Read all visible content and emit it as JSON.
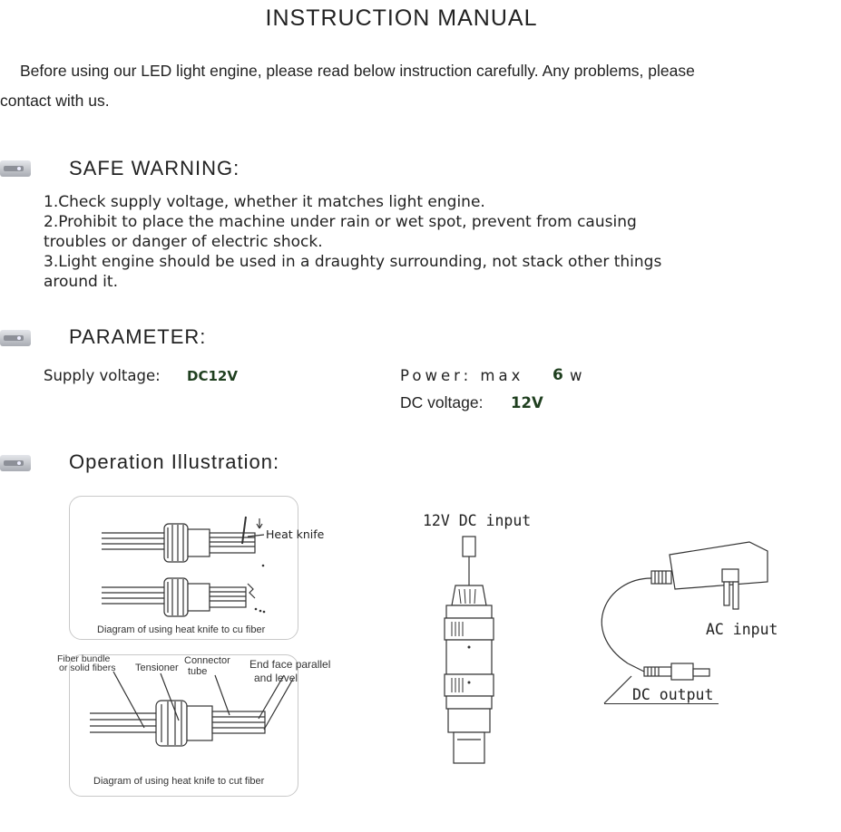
{
  "title": "INSTRUCTION MANUAL",
  "intro": {
    "line1": "Before using our LED light engine, please read below instruction carefully. Any problems, please",
    "line2": "contact with us."
  },
  "icons": [
    "label-tag-icon"
  ],
  "safe_warning": {
    "heading": "SAFE WARNING:",
    "lines": [
      "1.Check supply voltage, whether it matches light engine.",
      "2.Prohibit to place the machine under rain or wet spot, prevent from causing",
      "troubles or danger of  electric shock.",
      "3.Light engine should be used in a draughty surrounding, not  stack other things",
      "around it."
    ]
  },
  "parameter": {
    "heading": "PARAMETER:",
    "supply_label": "Supply  voltage:",
    "supply_value": "DC12V",
    "power_label": "Power:  max",
    "power_value": "6",
    "power_unit": "w",
    "dc_label": "DC voltage:",
    "dc_value": "12V"
  },
  "operation": {
    "heading": "Operation Illustration:",
    "panel1": {
      "heat_knife": "Heat knife",
      "caption": "Diagram of using heat knife to cu fiber"
    },
    "panel2": {
      "fiber_bundle_1": "Fiber bundle",
      "fiber_bundle_2": "or solid fibers",
      "tensioner": "Tensioner",
      "connector_1": "Connector",
      "connector_2": "tube",
      "end_face_1": "End face parallel",
      "end_face_2": "and level",
      "caption": "Diagram of using heat knife to cut fiber"
    },
    "dc_input": "12V DC input",
    "ac_input": "AC input",
    "dc_output": "DC output"
  },
  "colors": {
    "text": "#222222",
    "value_green": "#1f3f1f",
    "panel_border": "#c9c9c9"
  }
}
